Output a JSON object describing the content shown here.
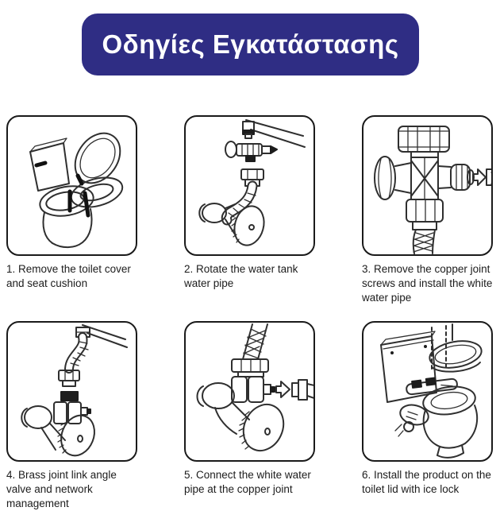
{
  "title": "Οδηγίες Εγκατάστασης",
  "colors": {
    "banner_bg": "#2f2d84",
    "banner_text": "#ffffff",
    "panel_border": "#1a1a1a",
    "caption_text": "#1c1c1c",
    "line_art": "#2f2f2f",
    "background": "#ffffff"
  },
  "steps": [
    {
      "number": "1",
      "caption": "1. Remove the toilet cover and seat cushion",
      "icon": "toilet-lid-and-seat-removal-illustration"
    },
    {
      "number": "2",
      "caption": "2. Rotate the water tank water pipe",
      "icon": "water-tank-pipe-and-valve-illustration"
    },
    {
      "number": "3",
      "caption": "3. Remove the copper joint screws and install the white water pipe",
      "icon": "t-valve-copper-joint-illustration"
    },
    {
      "number": "4",
      "caption": "4. Brass joint link angle valve and network management",
      "icon": "brass-joint-angle-valve-illustration"
    },
    {
      "number": "5",
      "caption": "5. Connect the white water pipe at the copper joint",
      "icon": "white-pipe-to-copper-joint-illustration"
    },
    {
      "number": "6",
      "caption": "6. Install the product on the toilet lid with ice lock",
      "icon": "bidet-install-on-toilet-illustration"
    }
  ]
}
